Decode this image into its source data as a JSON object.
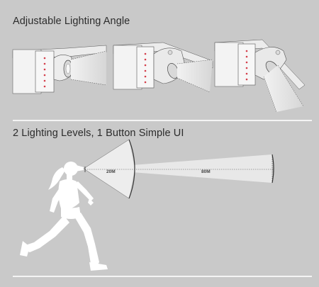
{
  "section1": {
    "title": "Adjustable Lighting Angle"
  },
  "section2": {
    "title": "2 Lighting Levels, 1 Button Simple UI",
    "near_distance": "20M",
    "far_distance": "80M"
  },
  "colors": {
    "background": "#c9c9c9",
    "divider": "#f4f4f4",
    "silhouette": "#ffffff",
    "beam": "#e6e6e6"
  },
  "icons": {
    "headlamp_angles": "headlamp-angle-illustration",
    "runner": "runner-silhouette-icon"
  }
}
